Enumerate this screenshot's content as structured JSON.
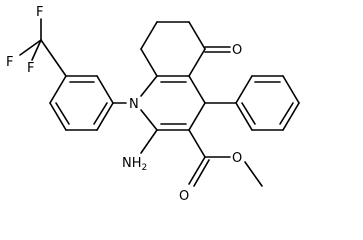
{
  "atoms": {
    "f_top": "F",
    "f_left": "F",
    "f_bottom": "F",
    "n_ring": "N",
    "n_amino": "NH",
    "n_amino_sub": "2",
    "o_ketone": "O",
    "o_ester_single": "O",
    "o_ester_double": "O"
  }
}
